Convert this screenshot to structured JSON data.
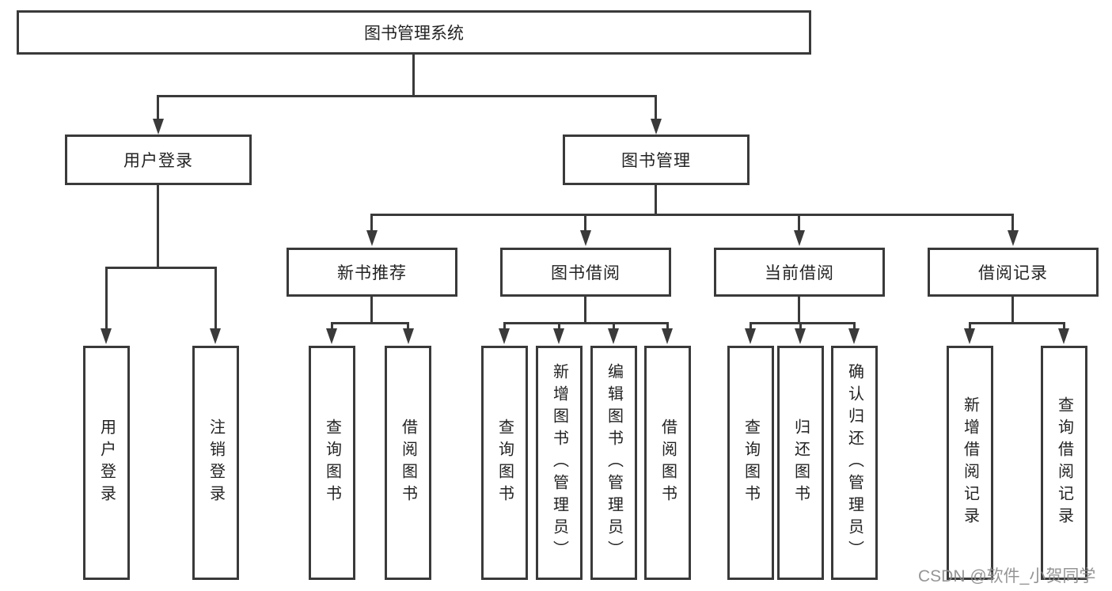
{
  "diagram": {
    "root": {
      "label": "图书管理系统"
    },
    "branches": [
      {
        "label": "用户登录",
        "children": [
          {
            "label": "用户登录"
          },
          {
            "label": "注销登录"
          }
        ]
      },
      {
        "label": "图书管理",
        "children": [
          {
            "label": "新书推荐",
            "children": [
              {
                "label": "查询图书"
              },
              {
                "label": "借阅图书"
              }
            ]
          },
          {
            "label": "图书借阅",
            "children": [
              {
                "label": "查询图书"
              },
              {
                "label": "新增图书（管理员）"
              },
              {
                "label": "编辑图书（管理员）"
              },
              {
                "label": "借阅图书"
              }
            ]
          },
          {
            "label": "当前借阅",
            "children": [
              {
                "label": "查询图书"
              },
              {
                "label": "归还图书"
              },
              {
                "label": "确认归还（管理员）"
              }
            ]
          },
          {
            "label": "借阅记录",
            "children": [
              {
                "label": "新增借阅记录"
              },
              {
                "label": "查询借阅记录"
              }
            ]
          }
        ]
      }
    ],
    "watermark": {
      "text": "CSDN @软件_小贺同学"
    },
    "colors": {
      "line": "#3a3a3a",
      "text": "#232323",
      "box_background": "#ffffff",
      "watermark": "#8c8c8c",
      "background": "#ffffff"
    }
  }
}
